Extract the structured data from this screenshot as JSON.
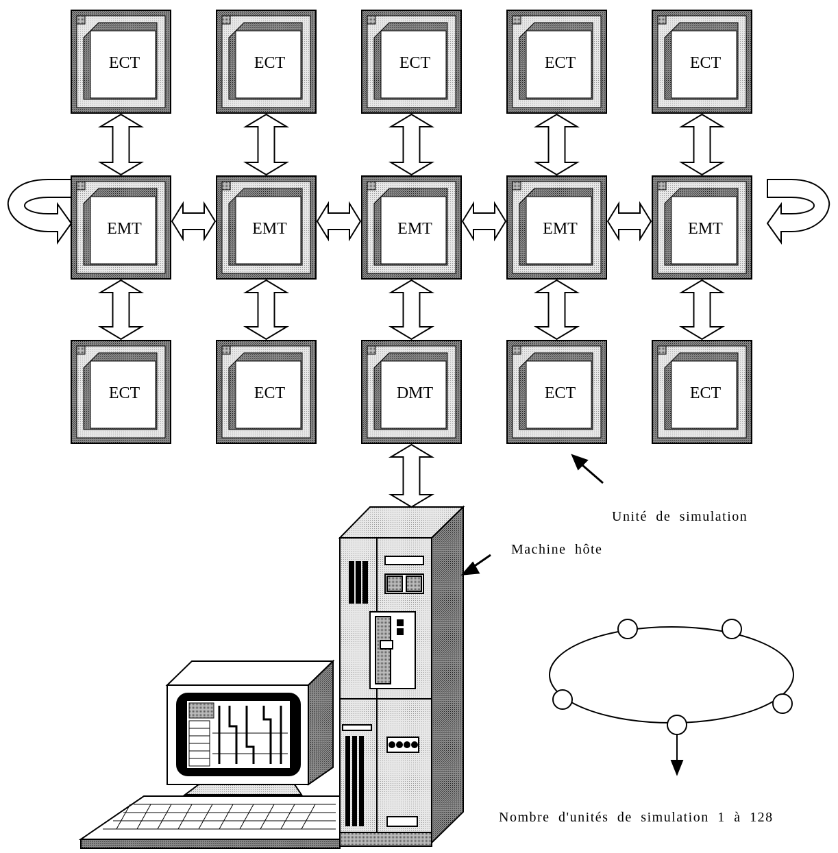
{
  "units": {
    "top_row": [
      "ECT",
      "ECT",
      "ECT",
      "ECT",
      "ECT"
    ],
    "middle_row": [
      "EMT",
      "EMT",
      "EMT",
      "EMT",
      "EMT"
    ],
    "bottom_row": [
      "ECT",
      "ECT",
      "DMT",
      "ECT",
      "ECT"
    ]
  },
  "captions": {
    "simulation_unit": "Unité de simulation",
    "host_machine": "Machine hôte",
    "unit_count": "Nombre d'unités de simulation 1 à 128"
  }
}
